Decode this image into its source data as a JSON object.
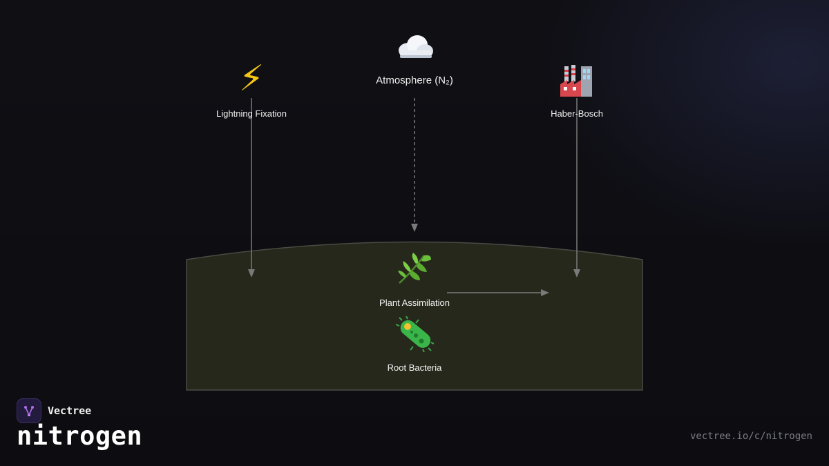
{
  "brand": {
    "name": "Vectree",
    "accent": "#b070e8"
  },
  "page": {
    "title": "nitrogen",
    "url": "vectree.io/c/nitrogen"
  },
  "colors": {
    "soil_fill": "#27281c",
    "soil_stroke": "#4a4a44",
    "arrow": "#7a7a7a"
  },
  "diagram": {
    "nodes": {
      "atmosphere": {
        "label": "Atmosphere (N₂)",
        "icon": "cloud-icon"
      },
      "lightning": {
        "label": "Lightning Fixation",
        "icon": "lightning-icon",
        "glyph": "⚡"
      },
      "haber": {
        "label": "Haber-Bosch",
        "icon": "factory-icon"
      },
      "plant": {
        "label": "Plant Assimilation",
        "icon": "leaf-icon"
      },
      "bacteria": {
        "label": "Root Bacteria",
        "icon": "bacteria-icon"
      }
    }
  }
}
